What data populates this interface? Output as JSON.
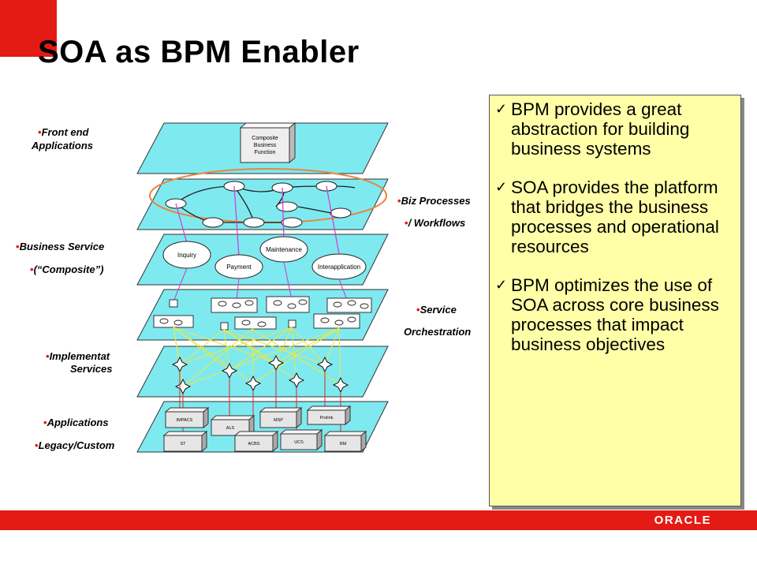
{
  "title": "SOA as BPM Enabler",
  "brand": {
    "name": "ORACLE",
    "accent": "#e31b14",
    "layer_color": "#7fe9f0",
    "box_color": "#ffffa8"
  },
  "left_labels": [
    {
      "lines": [
        "Front end",
        "Applications"
      ]
    },
    {
      "lines": [
        "Business Service",
        "(“Composite”)"
      ]
    },
    {
      "lines": [
        "Implementat",
        "Services"
      ]
    },
    {
      "lines": [
        "Applications",
        "Legacy/Custom"
      ]
    }
  ],
  "right_labels": [
    {
      "lines": [
        "Biz Processes",
        "/ Workflows"
      ]
    },
    {
      "lines": [
        "Service",
        "Orchestration"
      ]
    }
  ],
  "diagram": {
    "composite_box": [
      "Composite",
      "Business",
      "Function"
    ],
    "business_services": [
      "Inquiry",
      "Payment",
      "Maintenance",
      "Interapplication"
    ],
    "systems_top": [
      "IMPACS",
      "ALS",
      "MSP",
      "Prolink"
    ],
    "systems_bottom": [
      "ST",
      "ACBS",
      "UCS",
      "RM"
    ]
  },
  "bullets": [
    "BPM provides a great abstraction for building business systems",
    "SOA provides the platform that bridges the business processes and operational resources",
    "BPM optimizes the use of SOA across core business processes that impact business objectives"
  ]
}
